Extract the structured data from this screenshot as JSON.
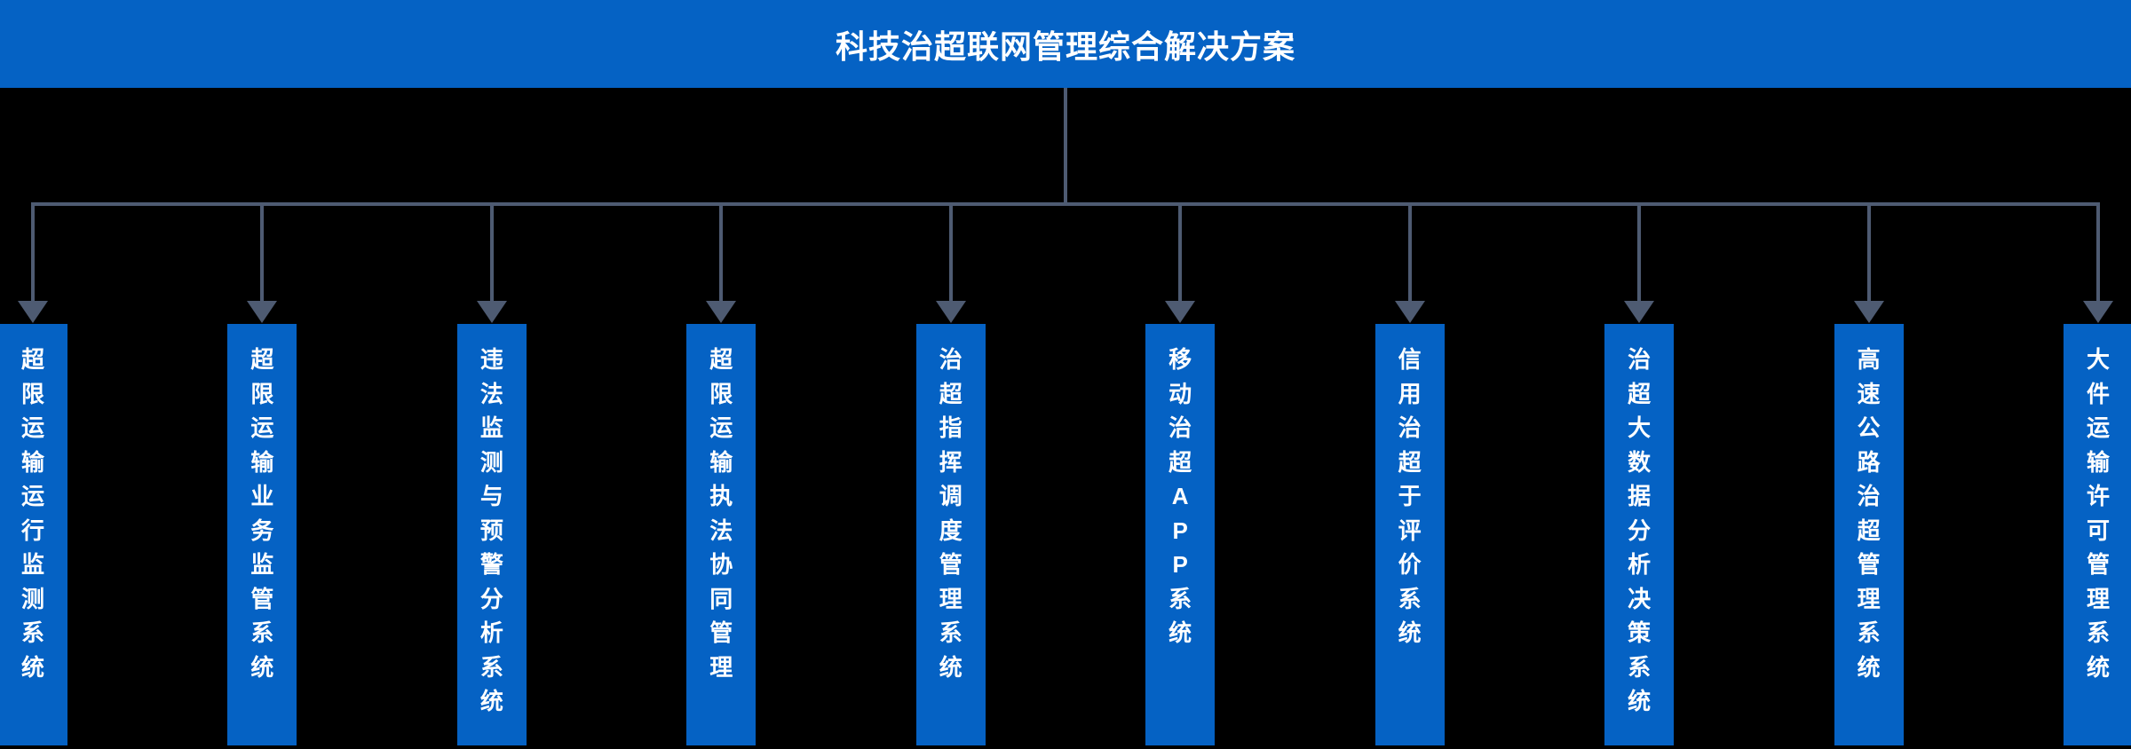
{
  "header": {
    "title": "科技治超联网管理综合解决方案"
  },
  "systems": [
    {
      "label": "超限运输运行监测系统"
    },
    {
      "label": "超限运输业务监管系统"
    },
    {
      "label": "违法监测与预警分析系统"
    },
    {
      "label": "超限运输执法协同管理"
    },
    {
      "label": "治超指挥调度管理系统"
    },
    {
      "label": "移动治超APP系统"
    },
    {
      "label": "信用治超于评价系统"
    },
    {
      "label": "治超大数据分析决策系统"
    },
    {
      "label": "高速公路治超管理系统"
    },
    {
      "label": "大件运输许可管理系统"
    }
  ],
  "colors": {
    "primary_blue": "#0562c4",
    "connector": "#4e5b72",
    "background": "#000000",
    "text": "#ffffff"
  }
}
